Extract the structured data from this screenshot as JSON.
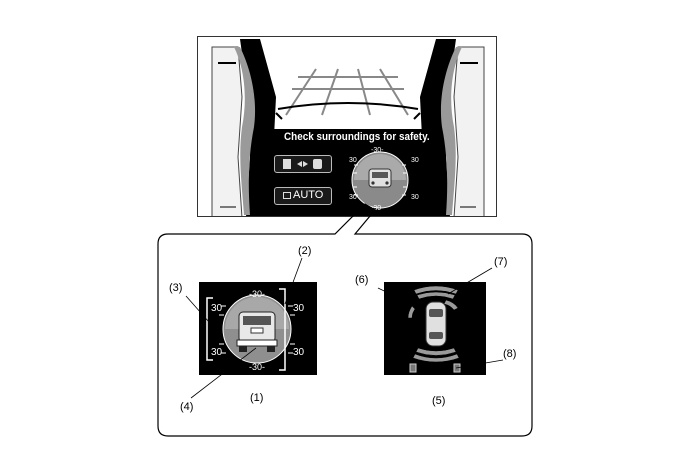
{
  "screen": {
    "message": "Check surroundings for safety.",
    "mode_button_label": "AUTO",
    "compass": {
      "top": "-30-",
      "bottom": "-30-",
      "left_top": "30",
      "left_bottom": "30",
      "right_top": "30",
      "right_bottom": "30"
    }
  },
  "inset_left": {
    "compass": {
      "top": "-30-",
      "bottom": "-30-",
      "left_top": "30",
      "left_bottom": "30",
      "right_top": "30",
      "right_bottom": "30"
    }
  },
  "callouts": {
    "c1": "(1)",
    "c2": "(2)",
    "c3": "(3)",
    "c4": "(4)",
    "c5": "(5)",
    "c6": "(6)",
    "c7": "(7)",
    "c8": "(8)"
  }
}
